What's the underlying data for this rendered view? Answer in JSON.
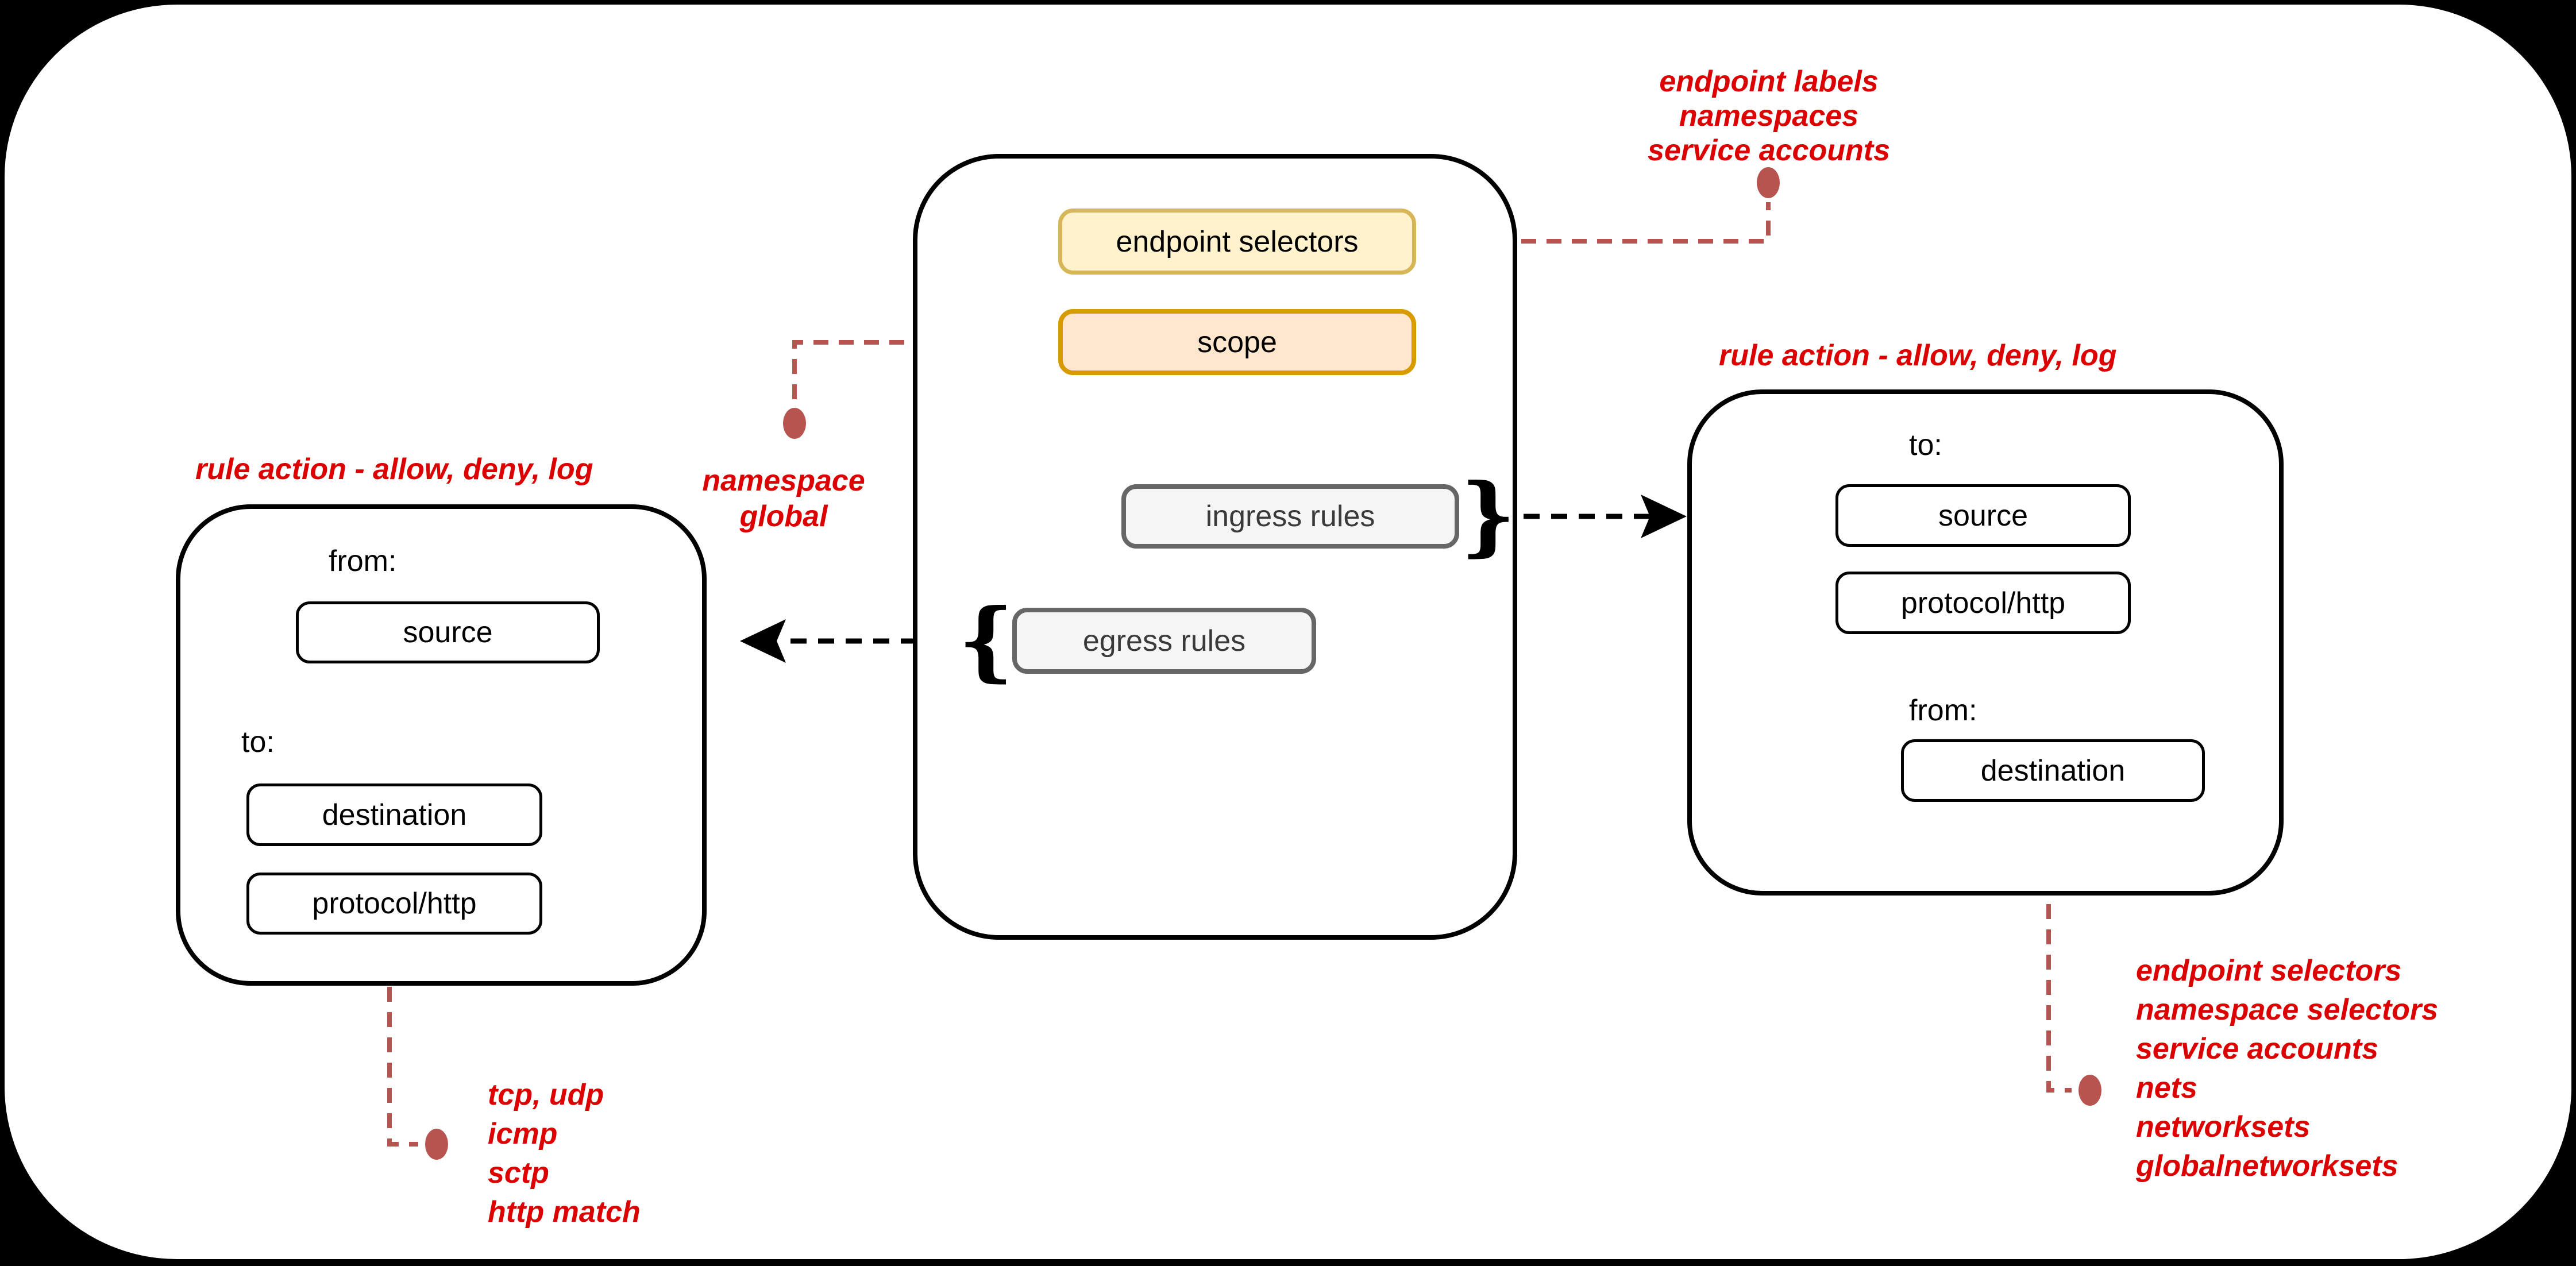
{
  "colors": {
    "page_background": "#000000",
    "panel_background": "#ffffff",
    "endpoint_selectors_fill": "#FFF2CC",
    "endpoint_selectors_border": "#D6B656",
    "scope_fill": "#FFE6CC",
    "scope_border": "#D79B00",
    "rules_fill": "#F5F5F5",
    "rules_border": "#666666",
    "annotation_red": "#DD0000",
    "connector_red": "#B85450",
    "connector_black": "#000000"
  },
  "policy": {
    "endpoint_selectors": "endpoint selectors",
    "scope": "scope",
    "ingress_rules": "ingress rules",
    "egress_rules": "egress rules",
    "ingress_brace": "}",
    "egress_brace": "{"
  },
  "egress_rule_box": {
    "title": "rule action - allow, deny, log",
    "from_label": "from:",
    "source": "source",
    "to_label": "to:",
    "destination": "destination",
    "protocol": "protocol/http"
  },
  "ingress_rule_box": {
    "title": "rule action - allow, deny, log",
    "to_label": "to:",
    "source": "source",
    "protocol": "protocol/http",
    "from_label": "from:",
    "destination": "destination"
  },
  "annotations": {
    "endpoint_selectors_note": [
      "endpoint labels",
      "namespaces",
      "service accounts"
    ],
    "scope_note": [
      "namespace",
      "global"
    ],
    "protocol_note": [
      "tcp, udp",
      "icmp",
      "sctp",
      "http match"
    ],
    "destination_note": [
      "endpoint selectors",
      "namespace selectors",
      "service accounts",
      "nets",
      "networksets",
      "globalnetworksets"
    ]
  }
}
